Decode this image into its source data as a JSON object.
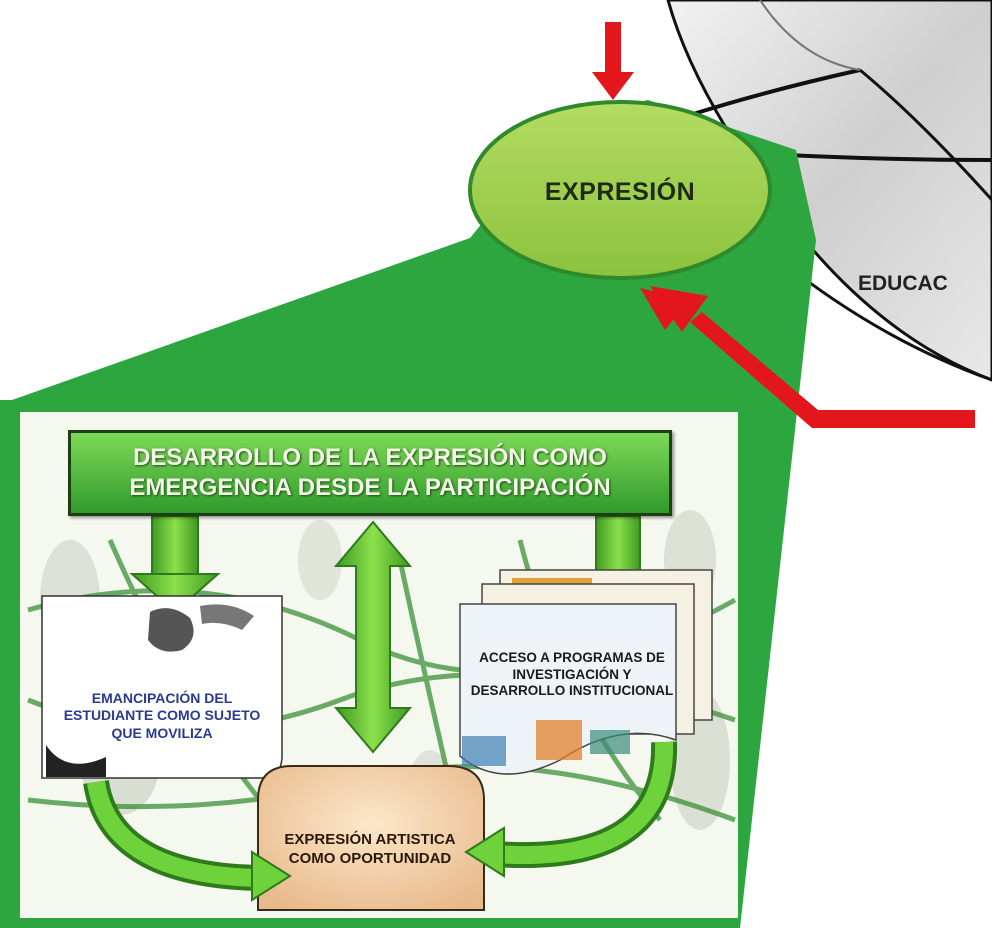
{
  "diagram": {
    "oval_label": "EXPRESIÓN",
    "wheel_label": "EDUCAC",
    "header_text": "DESARROLLO DE LA EXPRESIÓN COMO EMERGENCIA DESDE LA PARTICIPACIÓN",
    "left_box_text": "EMANCIPACIÓN DEL ESTUDIANTE COMO SUJETO QUE MOVILIZA",
    "right_box_text": "ACCESO A PROGRAMAS DE INVESTIGACIÓN Y DESARROLLO INSTITUCIONAL",
    "bottom_box_text": "EXPRESIÓN ARTISTICA COMO OPORTUNIDAD"
  },
  "colors": {
    "green_frame": "#2ea63f",
    "oval_fill": "#9ccf48",
    "red_arrow": "#e3161b",
    "arrow_green": "#55b82c",
    "header_text": "#f4f7e8",
    "left_text": "#2a3b8f"
  }
}
